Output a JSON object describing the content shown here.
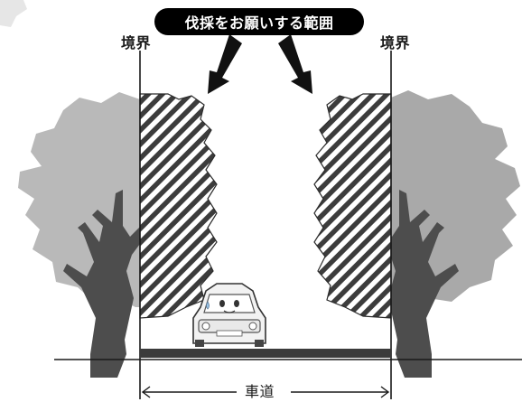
{
  "title": "伐採をお願いする範囲",
  "boundary_left": "境界",
  "boundary_right": "境界",
  "roadway": "車道",
  "colors": {
    "tree_canopy": "#b9b9b9",
    "tree_trunk": "#4d4d4d",
    "hatch_fill": "#3c3c3c",
    "road": "#3b3b3b",
    "ink": "#1a1a1a",
    "pill": "#000000"
  }
}
